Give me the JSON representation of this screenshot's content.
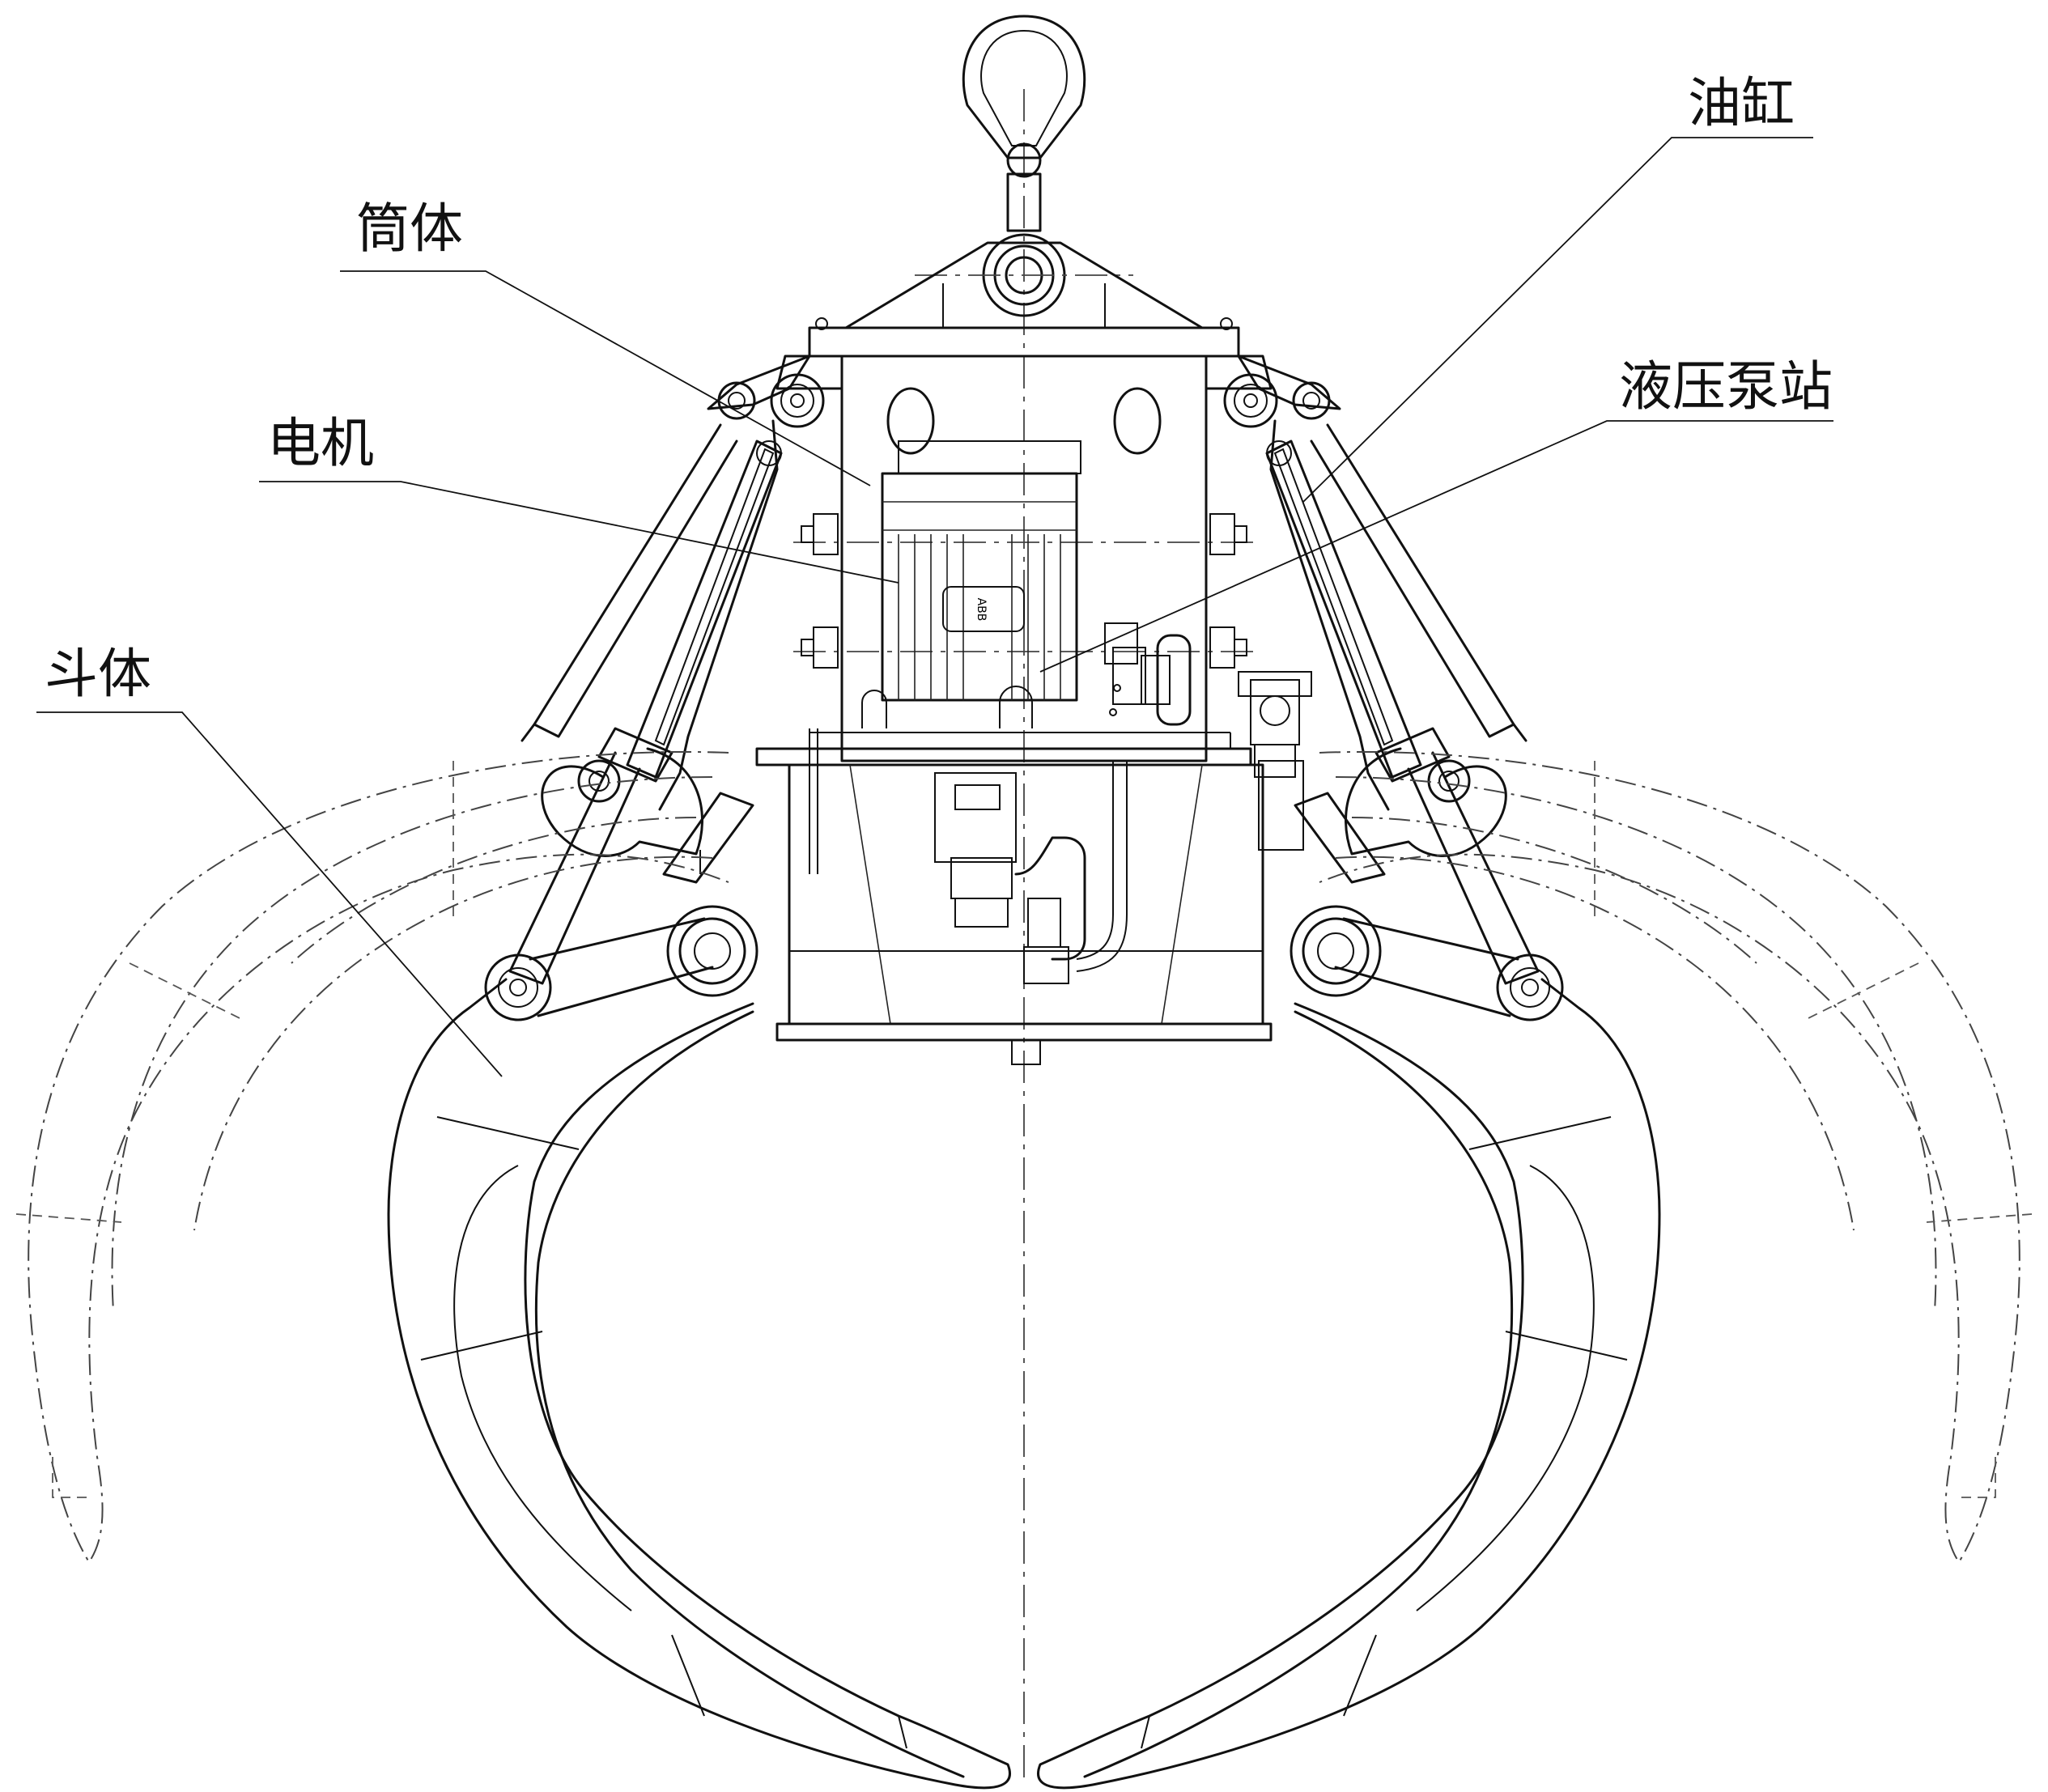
{
  "labels": {
    "shell": "筒体",
    "motor": "电机",
    "bucket": "斗体",
    "cylinder": "油缸",
    "pump_station": "液压泵站"
  },
  "nameplate": "ABB"
}
